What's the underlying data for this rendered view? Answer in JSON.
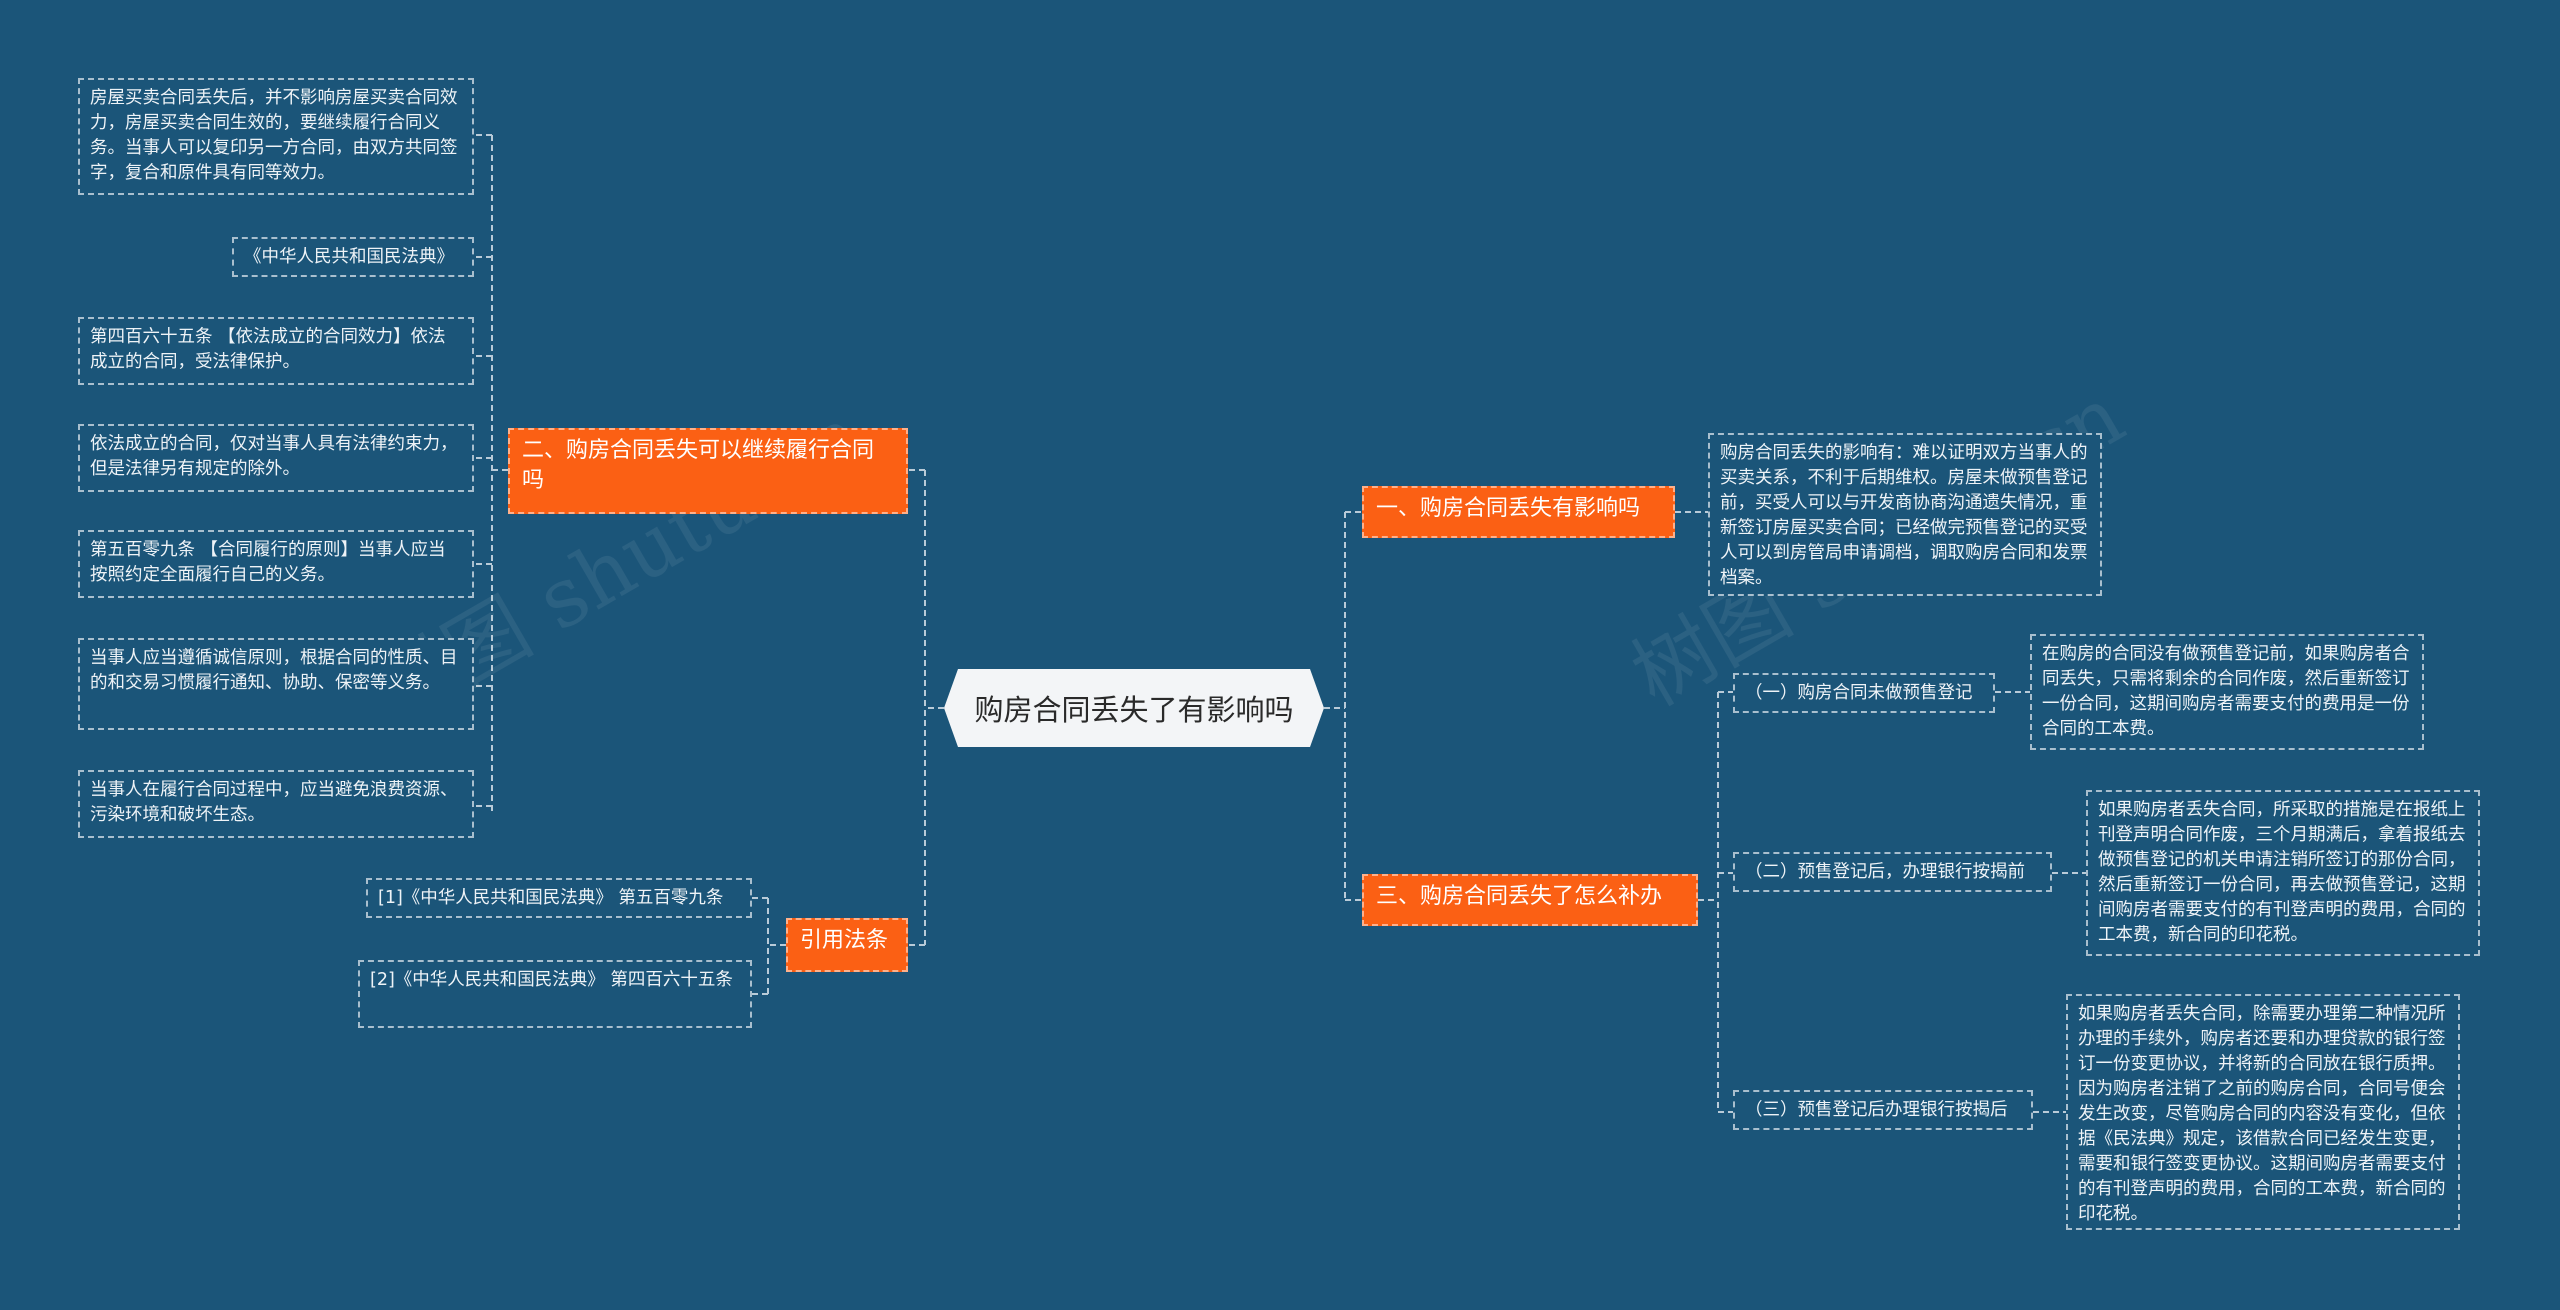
{
  "root": "购房合同丢失了有影响吗",
  "branches": {
    "b1": "一、购房合同丢失有影响吗",
    "b2": "二、购房合同丢失可以继续履行合同吗",
    "b3": "三、购房合同丢失了怎么补办",
    "b4": "引用法条"
  },
  "b1_leaf": "购房合同丢失的影响有：难以证明双方当事人的买卖关系，不利于后期维权。房屋未做预售登记前，买受人可以与开发商协商沟通遗失情况，重新签订房屋买卖合同；已经做完预售登记的买受人可以到房管局申请调档，调取购房合同和发票档案。",
  "b2_leaves": [
    "房屋买卖合同丢失后，并不影响房屋买卖合同效力，房屋买卖合同生效的，要继续履行合同义务。当事人可以复印另一方合同，由双方共同签字，复合和原件具有同等效力。",
    "《中华人民共和国民法典》",
    "第四百六十五条 【依法成立的合同效力】依法成立的合同，受法律保护。",
    "依法成立的合同，仅对当事人具有法律约束力，但是法律另有规定的除外。",
    "第五百零九条 【合同履行的原则】当事人应当按照约定全面履行自己的义务。",
    "当事人应当遵循诚信原则，根据合同的性质、目的和交易习惯履行通知、协助、保密等义务。",
    "当事人在履行合同过程中，应当避免浪费资源、污染环境和破坏生态。"
  ],
  "b3_subs": [
    {
      "label": "（一）购房合同未做预售登记",
      "detail": "在购房的合同没有做预售登记前，如果购房者合同丢失，只需将剩余的合同作废，然后重新签订一份合同，这期间购房者需要支付的费用是一份合同的工本费。"
    },
    {
      "label": "（二）预售登记后，办理银行按揭前",
      "detail": "如果购房者丢失合同，所采取的措施是在报纸上刊登声明合同作废，三个月期满后，拿着报纸去做预售登记的机关申请注销所签订的那份合同，然后重新签订一份合同，再去做预售登记，这期间购房者需要支付的有刊登声明的费用，合同的工本费，新合同的印花税。"
    },
    {
      "label": "（三）预售登记后办理银行按揭后",
      "detail": "如果购房者丢失合同，除需要办理第二种情况所办理的手续外，购房者还要和办理贷款的银行签订一份变更协议，并将新的合同放在银行质押。因为购房者注销了之前的购房合同，合同号便会发生改变，尽管购房合同的内容没有变化，但依据《民法典》规定，该借款合同已经发生变更，需要和银行签变更协议。这期间购房者需要支付的有刊登声明的费用，合同的工本费，新合同的印花税。"
    }
  ],
  "b4_leaves": [
    "[1]《中华人民共和国民法典》 第五百零九条",
    "[2]《中华人民共和国民法典》 第四百六十五条"
  ],
  "watermarks": [
    "树图 shutu.cn",
    "树图 shutu.cn"
  ]
}
